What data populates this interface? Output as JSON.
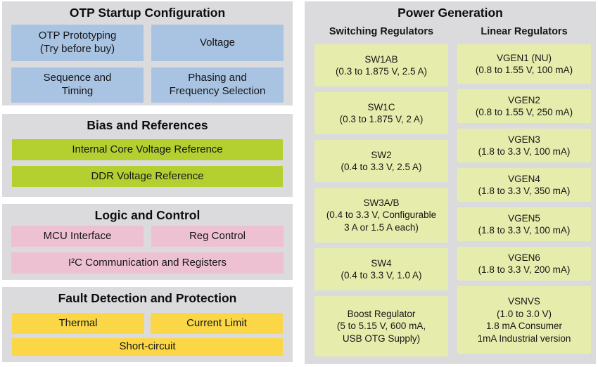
{
  "colors": {
    "page_bg": "#ffffff",
    "panel_bg": "#dbdbdd",
    "blue_box": "#a9c3e3",
    "green_box": "#b4d030",
    "pink_box": "#eec1d2",
    "yellow_box": "#fbd748",
    "pale_green_box": "#e6edac",
    "text": "#161616"
  },
  "left_panels": [
    {
      "title": "OTP Startup Configuration",
      "boxes": [
        "OTP Prototyping\n(Try before buy)",
        "Voltage",
        "Sequence and\nTiming",
        "Phasing and\nFrequency Selection"
      ]
    },
    {
      "title": "Bias and References",
      "boxes": [
        "Internal Core Voltage Reference",
        "DDR Voltage Reference"
      ]
    },
    {
      "title": "Logic and Control",
      "boxes": [
        "MCU Interface",
        "Reg Control",
        "I²C Communication and Registers"
      ]
    },
    {
      "title": "Fault Detection and Protection",
      "boxes": [
        "Thermal",
        "Current Limit",
        "Short-circuit"
      ]
    }
  ],
  "power": {
    "title": "Power Generation",
    "columns": [
      {
        "header": "Switching Regulators",
        "boxes": [
          "SW1AB\n(0.3 to 1.875 V, 2.5 A)",
          "SW1C\n(0.3 to 1.875 V, 2 A)",
          "SW2\n(0.4 to 3.3 V, 2.5 A)",
          "SW3A/B\n(0.4 to 3.3 V, Configurable\n3 A or 1.5 A each)",
          "SW4\n(0.4 to 3.3 V, 1.0 A)",
          "Boost Regulator\n(5 to 5.15 V, 600 mA,\nUSB OTG Supply)"
        ]
      },
      {
        "header": "Linear Regulators",
        "boxes": [
          "VGEN1 (NU)\n(0.8 to 1.55 V, 100 mA)",
          "VGEN2\n(0.8 to 1.55 V, 250 mA)",
          "VGEN3\n(1.8 to 3.3 V, 100 mA)",
          "VGEN4\n(1.8 to 3.3 V, 350 mA)",
          "VGEN5\n(1.8 to 3.3 V, 100 mA)",
          "VGEN6\n(1.8 to 3.3 V, 200 mA)",
          "VSNVS\n(1.0 to 3.0 V)\n1.8 mA Consumer\n1mA Industrial version"
        ]
      }
    ]
  }
}
